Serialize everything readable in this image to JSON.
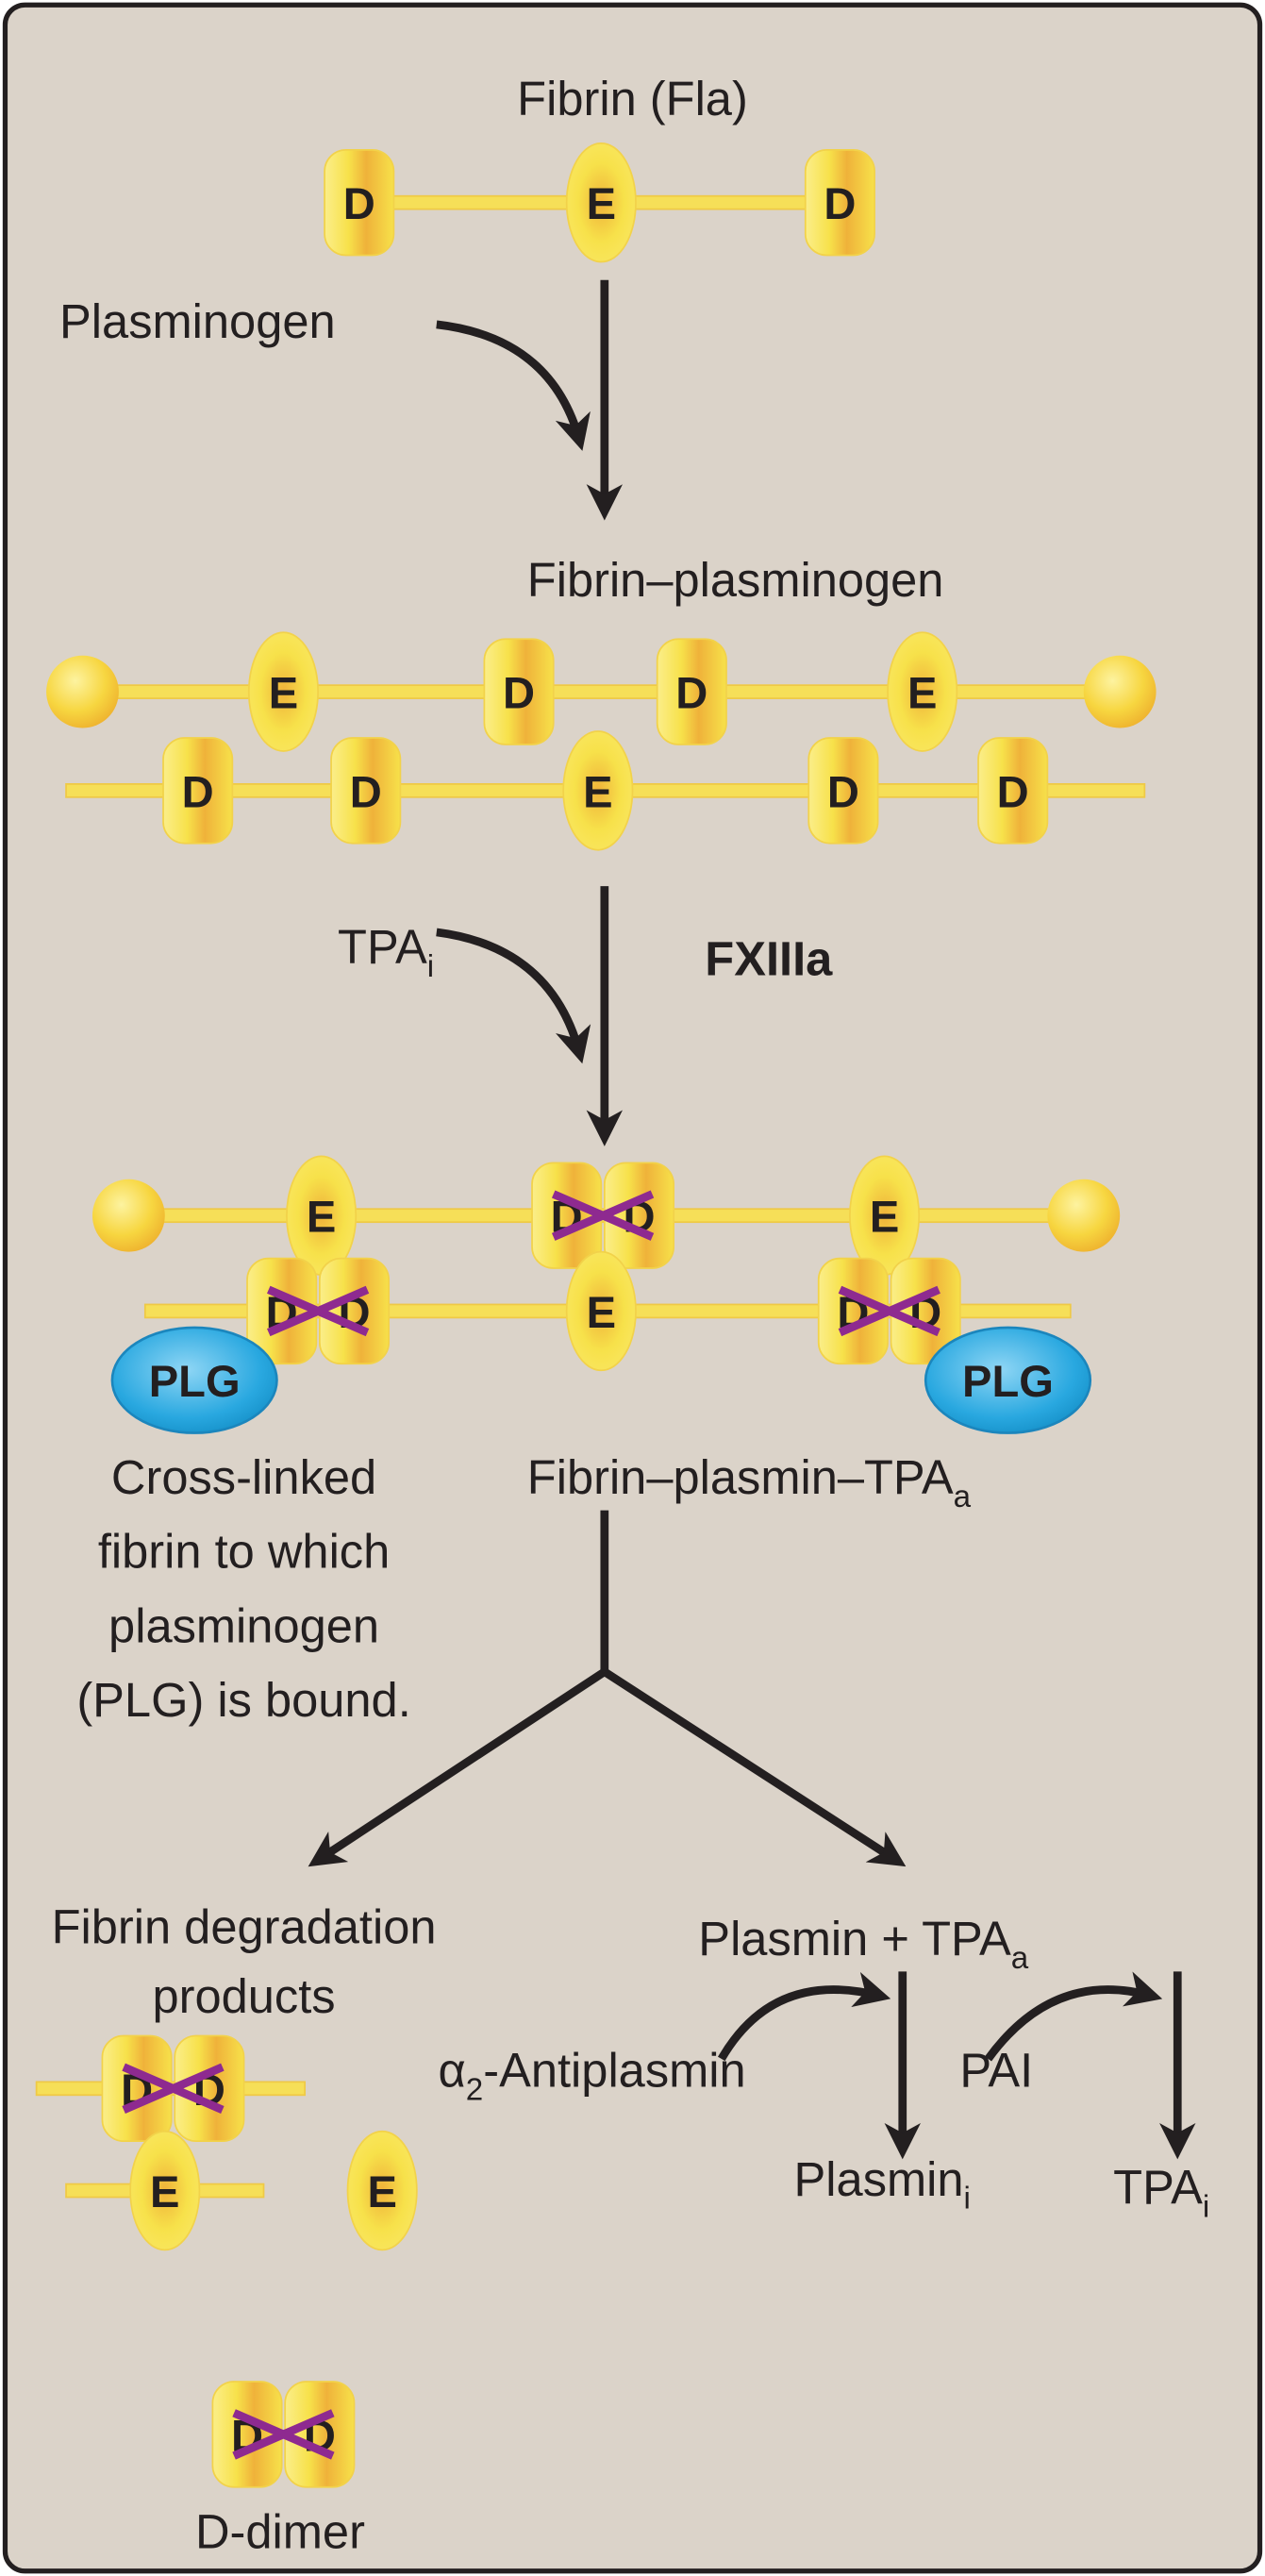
{
  "colors": {
    "background": "#dbd3c9",
    "border": "#231f20",
    "nodule_yellow": "#f7e14a",
    "nodule_orange": "#efb23a",
    "crosslink_purple": "#8e2a90",
    "plg_blue": "#29a8e0",
    "arrow": "#231f20"
  },
  "labels": {
    "fibrin": "Fibrin (Fla)",
    "plasminogen": "Plasminogen",
    "fibrin_plasminogen": "Fibrin–plasminogen",
    "tpa_i_main": "TPA",
    "tpa_i_sub": "i",
    "fxiiia": "FXIIIa",
    "fibrin_plasmin_tpa_main": "Fibrin–plasmin–TPA",
    "fibrin_plasmin_tpa_sub": "a",
    "crosslinked_note": [
      "Cross-linked",
      "fibrin to which",
      "plasminogen",
      "(PLG) is bound."
    ],
    "plg": "PLG",
    "fdp": [
      "Fibrin degradation",
      "products"
    ],
    "plasmin_tpa_main": "Plasmin + TPA",
    "plasmin_tpa_sub": "a",
    "antiplasmin_alpha": "α",
    "antiplasmin_sub": "2",
    "antiplasmin_rest": "-Antiplasmin",
    "pai": "PAI",
    "plasmin_i_main": "Plasmin",
    "plasmin_i_sub": "i",
    "tpa_i2_main": "TPA",
    "tpa_i2_sub": "i",
    "d_dimer": "D-dimer"
  },
  "molecules": {
    "fibrin": [
      "D",
      "E",
      "D"
    ],
    "plasminogen_top": [
      "E",
      "D",
      "D",
      "E"
    ],
    "plasminogen_bottom": [
      "D",
      "D",
      "E",
      "D",
      "D"
    ],
    "crosslinked_top": [
      "E",
      "DD",
      "E"
    ],
    "crosslinked_bottom": [
      "DD",
      "E",
      "DD"
    ],
    "fragment_1": [
      "DD"
    ],
    "fragment_2": [
      "E"
    ],
    "fragment_3": [
      "E"
    ],
    "d_dimer": [
      "DD"
    ]
  }
}
